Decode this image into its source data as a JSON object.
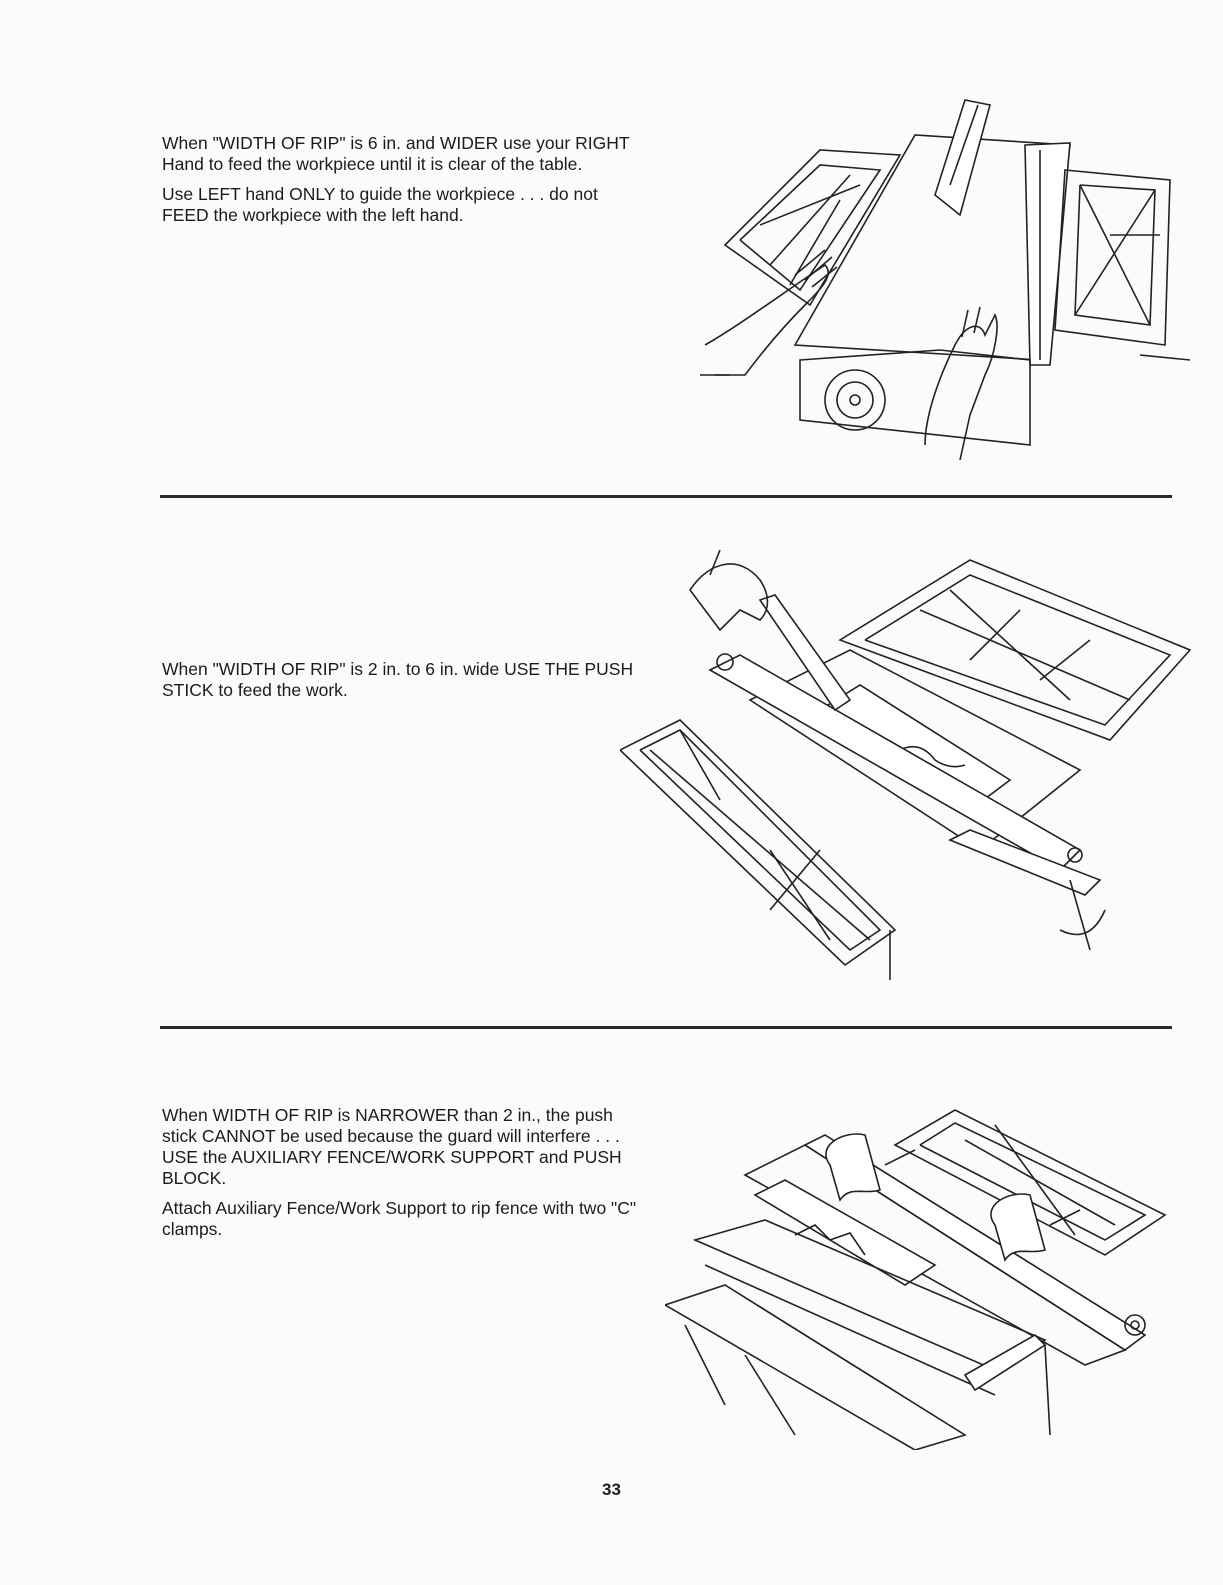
{
  "sections": [
    {
      "paragraphs": [
        "When \"WIDTH OF RIP\" is 6 in. and WIDER use your RIGHT Hand to feed the workpiece until it is clear of the table.",
        "Use LEFT hand ONLY to guide the workpiece . . . do not FEED the workpiece with the left hand."
      ]
    },
    {
      "paragraphs": [
        "When \"WIDTH OF RIP\" is 2 in. to 6 in. wide USE THE PUSH STICK to feed the work."
      ]
    },
    {
      "paragraphs": [
        "When WIDTH OF RIP is NARROWER than 2 in., the push stick CANNOT be used because the guard will interfere . . . USE the AUXILIARY FENCE/WORK SUPPORT and PUSH BLOCK.",
        "Attach Auxiliary Fence/Work Support to rip fence with two \"C\" clamps."
      ]
    }
  ],
  "page_number": "33"
}
